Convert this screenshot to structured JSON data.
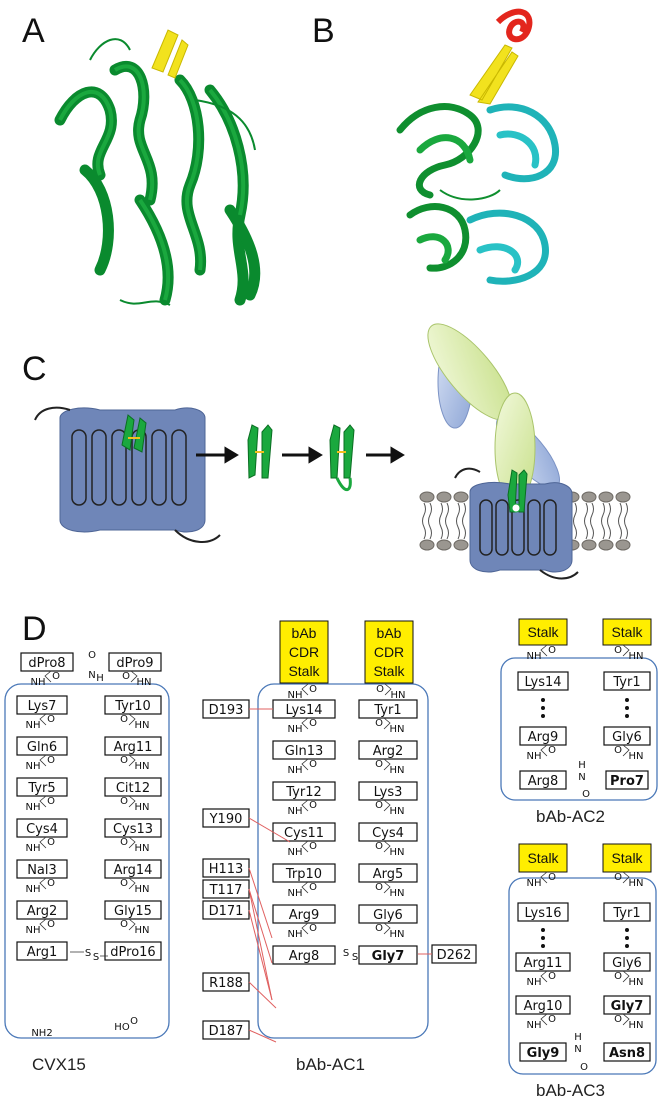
{
  "panels": {
    "a": "A",
    "b": "B",
    "c": "C",
    "d": "D"
  },
  "colors": {
    "helix_green": "#0f8f2f",
    "strand_yellow": "#f2e21e",
    "loop_red": "#e3261d",
    "cyan": "#1fb3b8",
    "membrane_blue": "#6f86b8",
    "stalk_yellow": "#ffee00",
    "box_outline": "#4a78b8",
    "contact_red": "#e06060"
  },
  "cvx15": {
    "caption": "CVX15",
    "top": [
      "dPro8",
      "dPro9"
    ],
    "left": [
      "Lys7",
      "Gln6",
      "Tyr5",
      "Cys4",
      "Nal3",
      "Arg2",
      "Arg1"
    ],
    "right": [
      "Tyr10",
      "Arg11",
      "Cit12",
      "Cys13",
      "Arg14",
      "Gly15",
      "dPro16"
    ],
    "nterm": "NH2",
    "cterm": "HO"
  },
  "ac1": {
    "caption": "bAb-AC1",
    "stalk_label": [
      "bAb",
      "CDR",
      "Stalk"
    ],
    "left": [
      "Lys14",
      "Gln13",
      "Tyr12",
      "Cys11",
      "Trp10",
      "Arg9",
      "Arg8"
    ],
    "right": [
      "Tyr1",
      "Arg2",
      "Lys3",
      "Cys4",
      "Arg5",
      "Gly6",
      "Gly7"
    ],
    "contacts_left": [
      "D193",
      "Y190",
      "H113",
      "T117",
      "D171",
      "R188",
      "D187"
    ],
    "contact_right": "D262"
  },
  "ac2": {
    "caption": "bAb-AC2",
    "stalk": "Stalk",
    "left": [
      "Lys14",
      "Arg9",
      "Arg8"
    ],
    "right": [
      "Tyr1",
      "Gly6",
      "Pro7"
    ]
  },
  "ac3": {
    "caption": "bAb-AC3",
    "stalk": "Stalk",
    "left": [
      "Lys16",
      "Arg11",
      "Arg10",
      "Gly9"
    ],
    "right": [
      "Tyr1",
      "Gly6",
      "Gly7",
      "Asn8"
    ]
  },
  "atoms": {
    "nh": "NH",
    "hn": "HN",
    "o": "O",
    "h": "H",
    "n": "N",
    "s": "S"
  }
}
